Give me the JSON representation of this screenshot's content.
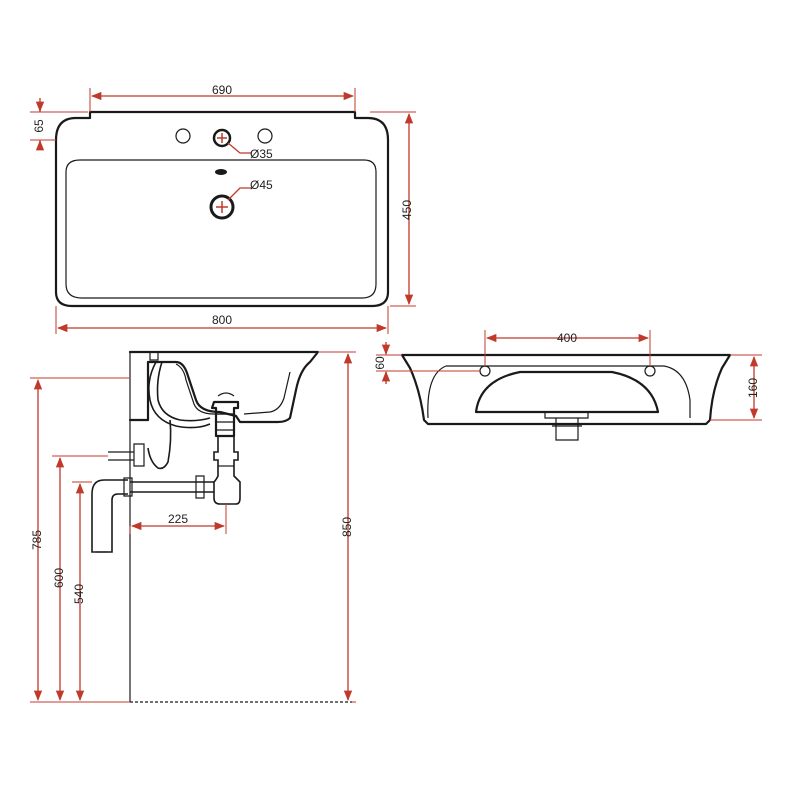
{
  "dimensions": {
    "top_width_inner": "690",
    "back_ledge": "65",
    "tap_hole": "Ø35",
    "drain_hole": "Ø45",
    "depth_total": "450",
    "width_total": "800",
    "overflow_spacing": "400",
    "overflow_height": "60",
    "basin_height": "160",
    "waste_offset": "225",
    "height_785": "785",
    "height_600": "600",
    "height_540": "540",
    "height_850": "850"
  },
  "colors": {
    "dimension_line": "#c0392b",
    "outline": "#1a1a1a"
  }
}
